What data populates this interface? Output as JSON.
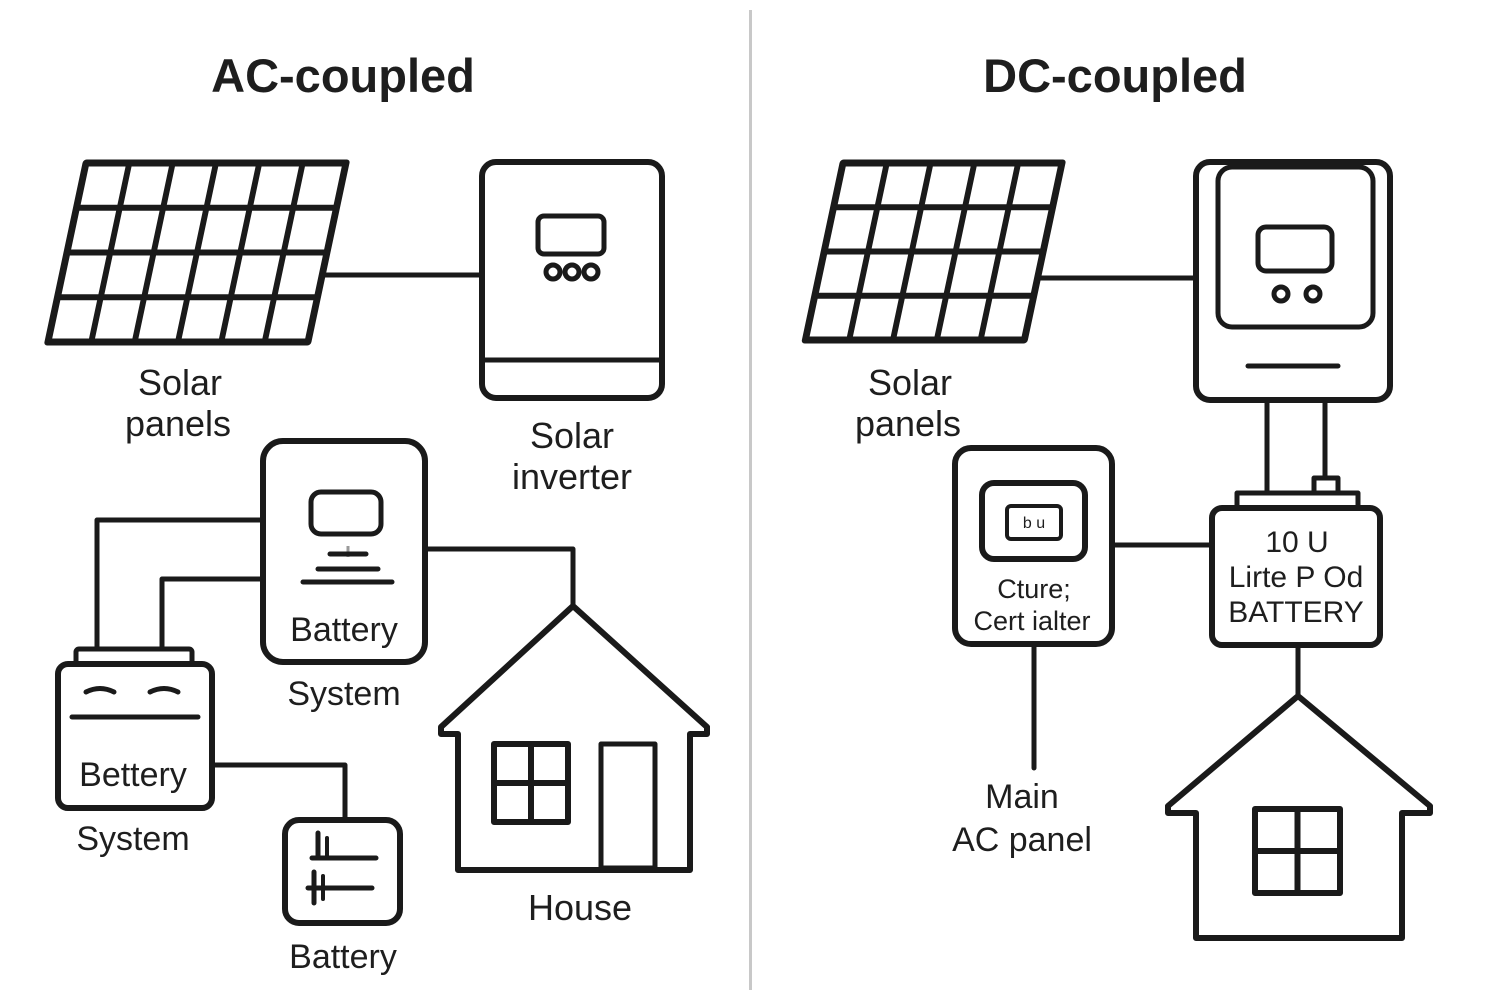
{
  "diagram": {
    "left": {
      "title": "AC-coupled",
      "solar_panels_label": {
        "line1": "Solar",
        "line2": "panels"
      },
      "inverter_label": {
        "line1": "Solar",
        "line2": "inverter"
      },
      "battery_system_center": {
        "line1": "Battery",
        "line2": "System"
      },
      "battery_system_left": {
        "line1": "Bettery",
        "line2": "System"
      },
      "small_battery_label": "Battery",
      "house_label": "House"
    },
    "right": {
      "title": "DC-coupled",
      "solar_panels_label": {
        "line1": "Solar",
        "line2": "panels"
      },
      "charge_controller": {
        "screen_text": "b u",
        "label_line1": "Cture;",
        "label_line2": "Cert ialter"
      },
      "battery": {
        "line1": "10 U",
        "line2": "Lirte P Od",
        "line3": "BATTERY"
      },
      "main_ac_panel_label": {
        "line1": "Main",
        "line2": "AC panel"
      }
    },
    "colors": {
      "line": "#1a1a1a",
      "text": "#1e1e1e",
      "divider": "#c8c8c8",
      "background": "#ffffff",
      "screen_fill": "#f3f3f3"
    }
  }
}
